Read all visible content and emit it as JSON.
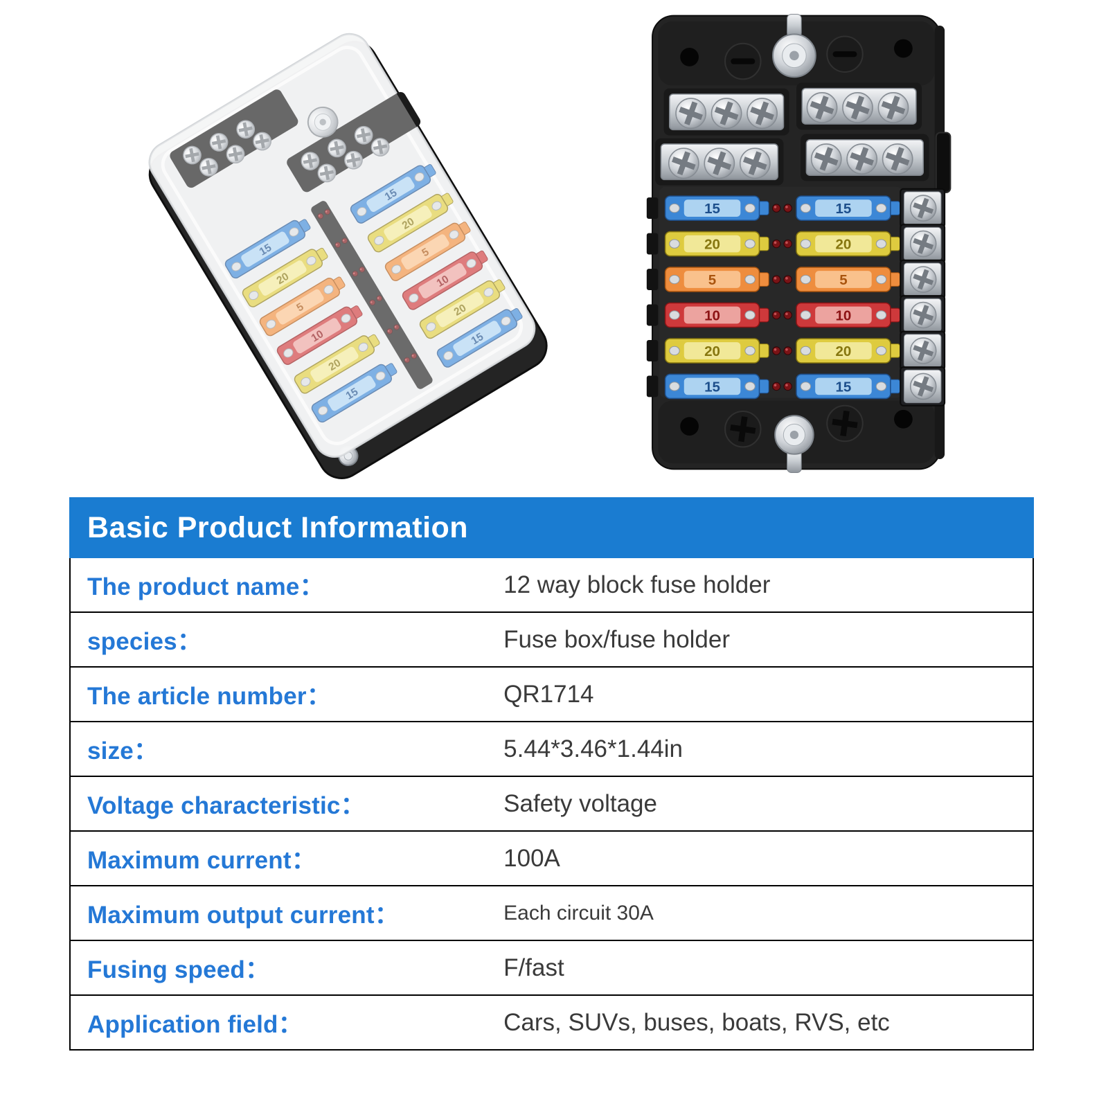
{
  "colors": {
    "page_bg": "#ffffff",
    "header_bg": "#1a7cd1",
    "header_text": "#ffffff",
    "label_text": "#2478d6",
    "value_text": "#3a3a3a",
    "table_border": "#000000",
    "plastic_black": "#242424",
    "plastic_dark": "#1b1b1b",
    "metal_light": "#f3f4f6",
    "metal_mid": "#c7ccd1",
    "metal_dark": "#8e949b",
    "led_red": "#7a1316",
    "fuse": {
      "blue": {
        "body": "#3c87d6",
        "light": "#b9dbf4",
        "dark": "#1d4f8c"
      },
      "yellow": {
        "body": "#decb3f",
        "light": "#f3eba2",
        "dark": "#86760f"
      },
      "orange": {
        "body": "#ee8d3e",
        "light": "#f9c795",
        "dark": "#a9540e"
      },
      "red": {
        "body": "#ce393b",
        "light": "#f0afab",
        "dark": "#8d1315"
      }
    }
  },
  "fuses": {
    "rows": [
      {
        "amp": "15",
        "color": "blue"
      },
      {
        "amp": "20",
        "color": "yellow"
      },
      {
        "amp": "5",
        "color": "orange"
      },
      {
        "amp": "10",
        "color": "red"
      },
      {
        "amp": "20",
        "color": "yellow"
      },
      {
        "amp": "15",
        "color": "blue"
      }
    ]
  },
  "info_table": {
    "header": "Basic Product Information",
    "rows": [
      {
        "label": "The product name：",
        "value": "12 way block fuse holder"
      },
      {
        "label": "species：",
        "value": "Fuse box/fuse holder"
      },
      {
        "label": "The article number：",
        "value": "QR1714"
      },
      {
        "label": "size：",
        "value": "5.44*3.46*1.44in"
      },
      {
        "label": "Voltage characteristic：",
        "value": "Safety voltage"
      },
      {
        "label": "Maximum current：",
        "value": "100A"
      },
      {
        "label": "Maximum output current：",
        "value": "Each circuit 30A",
        "value_small": true
      },
      {
        "label": "Fusing speed：",
        "value": "F/fast"
      },
      {
        "label": "Application field：",
        "value": "Cars, SUVs, buses, boats, RVS, etc"
      }
    ]
  }
}
